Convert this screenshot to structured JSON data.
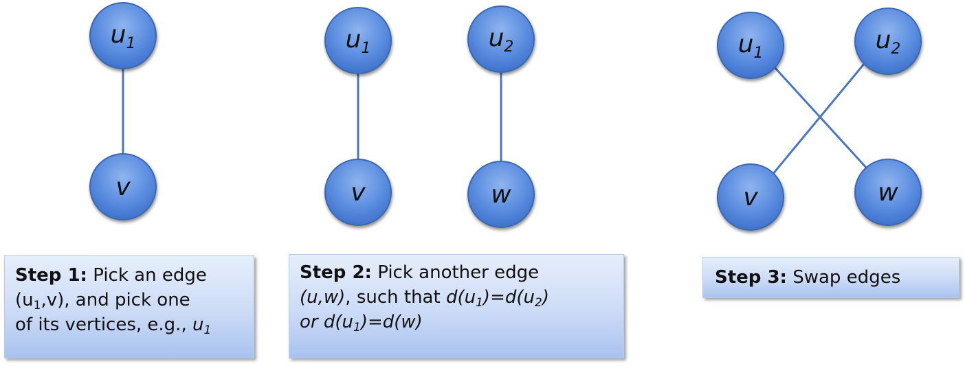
{
  "diagram": {
    "colors": {
      "node_light": "#8fb4ee",
      "node_mid": "#5b8de0",
      "node_dark": "#3f73cc",
      "node_stroke": "#3b67b0",
      "edge": "#4a76bf"
    },
    "panels": [
      {
        "nodes": [
          {
            "id": "p1-u1",
            "main": "u",
            "sub": "1"
          },
          {
            "id": "p1-v",
            "main": "v",
            "sub": ""
          }
        ],
        "edges": [
          [
            "p1-u1",
            "p1-v"
          ]
        ],
        "step": {
          "label": "Step 1:",
          "lines": [
            {
              "pre": " Pick an edge"
            },
            {
              "pre": "(u",
              "sub": "1",
              "post": ",v), and pick one"
            },
            {
              "pre": "of its vertices, e.g., ",
              "ital": "u",
              "ital_sub": "1"
            }
          ]
        }
      },
      {
        "nodes": [
          {
            "id": "p2-u1",
            "main": "u",
            "sub": "1"
          },
          {
            "id": "p2-v",
            "main": "v",
            "sub": ""
          },
          {
            "id": "p2-u2",
            "main": "u",
            "sub": "2"
          },
          {
            "id": "p2-w",
            "main": "w",
            "sub": ""
          }
        ],
        "edges": [
          [
            "p2-u1",
            "p2-v"
          ],
          [
            "p2-u2",
            "p2-w"
          ]
        ],
        "step": {
          "label": "Step 2:",
          "lines": [
            {
              "pre": " Pick another edge"
            },
            {
              "a": "(u,w)",
              "b": ", such that ",
              "c": "d(u",
              "c_sub": "1",
              "d": ")=d(u",
              "d_sub": "2",
              "e": ")"
            },
            {
              "a": "or d(u",
              "a_sub": "1",
              "b": ")=d(w)"
            }
          ]
        }
      },
      {
        "nodes": [
          {
            "id": "p3-u1",
            "main": "u",
            "sub": "1"
          },
          {
            "id": "p3-u2",
            "main": "u",
            "sub": "2"
          },
          {
            "id": "p3-v",
            "main": "v",
            "sub": ""
          },
          {
            "id": "p3-w",
            "main": "w",
            "sub": ""
          }
        ],
        "edges": [
          [
            "p3-u1",
            "p3-w"
          ],
          [
            "p3-u2",
            "p3-v"
          ]
        ],
        "step": {
          "label": "Step 3:",
          "text": " Swap edges"
        }
      }
    ]
  }
}
